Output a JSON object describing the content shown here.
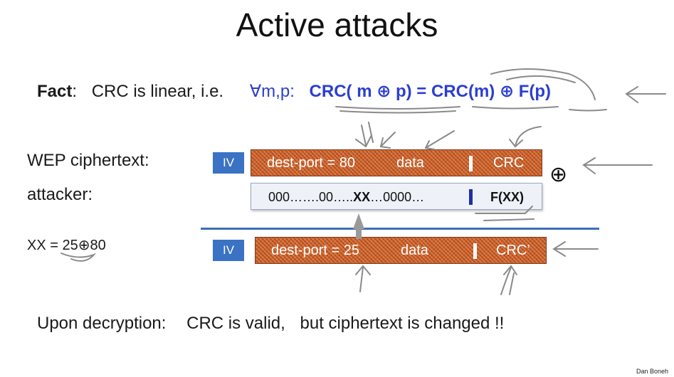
{
  "slide": {
    "title": "Active attacks",
    "fact": {
      "label": "Fact",
      "colon": ":",
      "statement": "CRC is linear, i.e.",
      "quantifier": "∀m,p:",
      "formula": "CRC( m ⊕ p) = CRC(m) ⊕ F(p)"
    },
    "wep_label": "WEP ciphertext:",
    "attacker_label": "attacker:",
    "xx_equation": "XX = 25⊕80",
    "xor_symbol": "⊕",
    "packet_original": {
      "iv": "IV",
      "dest_port": "dest-port = 80",
      "data": "data",
      "crc": "CRC"
    },
    "packet_attack": {
      "pattern_prefix": "000…….00…..",
      "pattern_xx": "XX",
      "pattern_suffix": "…0000…",
      "fxx": "F(XX)"
    },
    "packet_modified": {
      "iv": "IV",
      "dest_port": "dest-port = 25",
      "data": "data",
      "crc": "CRC’"
    },
    "conclusion": {
      "part1": "Upon decryption:",
      "part2": "CRC is valid,",
      "part3": "but ciphertext is changed  !!"
    },
    "credit": "Dan Boneh",
    "colors": {
      "accent_blue": "#2b3fd0",
      "iv_blue": "#3a72c4",
      "packet_orange": "#c85a24"
    }
  }
}
